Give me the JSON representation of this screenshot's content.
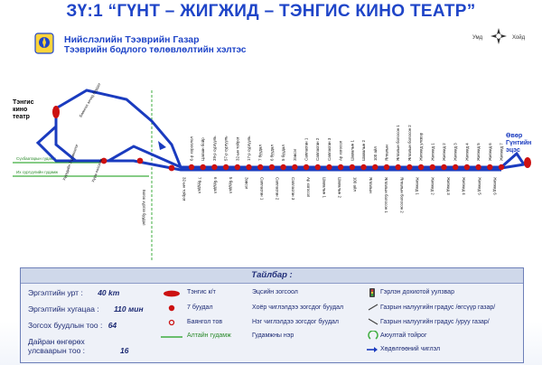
{
  "title": "ЗҮ:1 “ГҮНТ – ЖИГЖИД – ТЭНГИС КИНО ТЕАТР”",
  "org_line1": "Нийслэлийн Тээврийн Газар",
  "org_line2": "Тээврийн бодлого төлөвлөлтийн хэлтэс",
  "compass": {
    "west": "Умд",
    "east": "Хойд"
  },
  "map_labels": {
    "terminal_left": "Тэнгис\nкино\nтеатр",
    "terminal_right": "Өвөр\nГүнтийн\nэцэс",
    "left_stops": [
      "Баянгол зочид буудал",
      "Хүүхдийн 1-р эмнэлэг",
      "Хүүш колонии",
      "Богоо хүргээ буудал"
    ],
    "railway_upper": "Сүхбаатарын гудамж",
    "railway_lower": "Их сургуулийн гудамж"
  },
  "stops_upper": [
    "6-р хороолол",
    "Цагаан бойр",
    "39-р сургууль",
    "57-р сургууль",
    "32-ын тойрог",
    "17-р сургууль",
    "7 буудал",
    "6 буудал",
    "5 буудал",
    "Зэвсэг",
    "Сапласган 1",
    "Сапласган 2",
    "Сапласган 3",
    "Ар хогосол",
    "Шавалын 1",
    "Шавалын 2",
    "100 айл",
    "Ялгалын",
    "Ялгалын болосон 1",
    "Ялгалын болосон 2",
    "Жигжид улсвэр",
    "Жигжид 1",
    "Жигжид 2",
    "Жигжид 3",
    "Жигжид 4",
    "Жигжид 5",
    "Жигжид 6",
    "Жигжид 7"
  ],
  "stops_lower": [
    "32-ын тойрог",
    "7 буудал",
    "6 буудал",
    "5 буудал",
    "Зэвсэг",
    "Сапласган 1",
    "Сапласган 2",
    "Сапласган 3",
    "Ар хогосол",
    "Шавалын 1",
    "Шавалын 2",
    "100 айл",
    "Ялгалын",
    "Ялгалын болосон 1",
    "Ялгалын болосон 2",
    "Жигжид 1",
    "Жигжид 2",
    "Жигжид 3",
    "Жигжид 4",
    "Жигжид 5",
    "Жигжид 6"
  ],
  "legend": {
    "heading": "Тайлбар :",
    "stats": [
      {
        "label": "Эргэлтийн урт :",
        "value": "40 km"
      },
      {
        "label": "Эргэлтийн хугацаа :",
        "value": "110 мин"
      },
      {
        "label": "Зогсох буудлын тоо :",
        "value": "64"
      },
      {
        "label": "Дайран өнгөрөх\nулсваарын тоо :",
        "value": "16"
      }
    ],
    "symbols": [
      {
        "name": "terminal",
        "label": "Тэнгис к/т"
      },
      {
        "name": "stop",
        "label": "7 буудал"
      },
      {
        "name": "junction",
        "label": "Баянгол тов"
      },
      {
        "name": "street",
        "label": "Алтайн гудамж"
      }
    ],
    "middle": [
      "Эцсийн зогсоол",
      "Хоёр чиглэлдээ зогсдог буудал",
      "Нэг чиглэлдээ зогсдог буудал",
      "Гудамжны нэр"
    ],
    "right": [
      "Гэрлэн дохиотой уулзвар",
      "Газрын налуугийн градус /өгсүүр газар/",
      "Газрын налуугийн градус /уруу газар/",
      "Аюултай тойрог",
      "Хөдөлгөөний чиглэл"
    ]
  },
  "colors": {
    "route": "#1a3bbf",
    "stop": "#cc1111",
    "street": "#3fae3f",
    "title": "#1f45c8"
  }
}
